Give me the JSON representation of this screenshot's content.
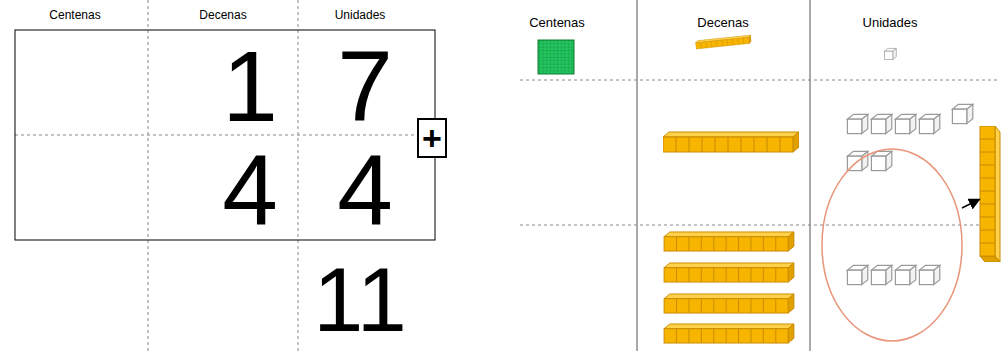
{
  "diagram": {
    "nodes": [
      {
        "text": [
          "+"
        ]
      }
    ],
    "labels": [
      "Centenas",
      "Decenas",
      "Unidades",
      "1",
      "7",
      "4",
      "4",
      "11",
      "Centenas",
      "Decenas",
      "Unidades"
    ]
  }
}
